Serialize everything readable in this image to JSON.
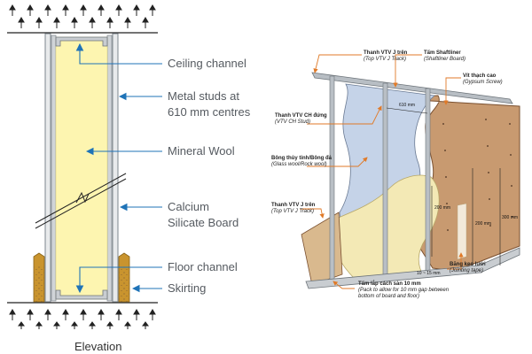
{
  "elevation": {
    "labels": {
      "ceiling_channel": "Ceiling channel",
      "metal_studs_line1": "Metal studs at",
      "metal_studs_line2": "610 mm centres",
      "mineral_wool": "Mineral Wool",
      "calcium_line1": "Calcium",
      "calcium_line2": "Silicate Board",
      "floor_channel": "Floor channel",
      "skirting": "Skirting"
    },
    "caption": "Elevation"
  },
  "isometric": {
    "labels": [
      {
        "key": "top_track_top",
        "vi": "Thanh VTV J trên",
        "en": "(Top VTV J Track)"
      },
      {
        "key": "shaftliner",
        "vi": "Tấm Shaftliner",
        "en": "(Shaftliner Board)"
      },
      {
        "key": "gypsum_screw",
        "vi": "Vít thạch cao",
        "en": "(Gypsum Screw)"
      },
      {
        "key": "ch_stud",
        "vi": "Thanh VTV CH đứng",
        "en": "(VTV CH Stud)"
      },
      {
        "key": "glass_wool",
        "vi": "Bông thủy tinh/Bông đá",
        "en": "(Glass wool/Rock wool)"
      },
      {
        "key": "top_track_left",
        "vi": "Thanh VTV J trên",
        "en": "(Top VTV J Track)"
      },
      {
        "key": "jointing_tape",
        "vi": "Băng keo lưới",
        "en": "(Jointing tape)"
      },
      {
        "key": "gap",
        "vi": "Tấm lắp cách sàn 10 mm",
        "en": "(Pack to allow for 10 mm gap between",
        "en2": "bottom of board and floor)"
      }
    ],
    "dimensions": {
      "spacing_610": "610 mm",
      "d200": "200 mm",
      "d200b": "200 mm",
      "d300": "300 mm",
      "gap_range": "10 ~ 15 mm"
    }
  },
  "colors": {
    "label_text": "#555a60",
    "arrow_blue": "#1f73b7",
    "wool_yellow": "#fdf5b0",
    "skirting_gold": "#c9942e",
    "paper_brown": "#c89a70",
    "callout_orange": "#e07a28",
    "board_blue": "#c5d3e8"
  }
}
